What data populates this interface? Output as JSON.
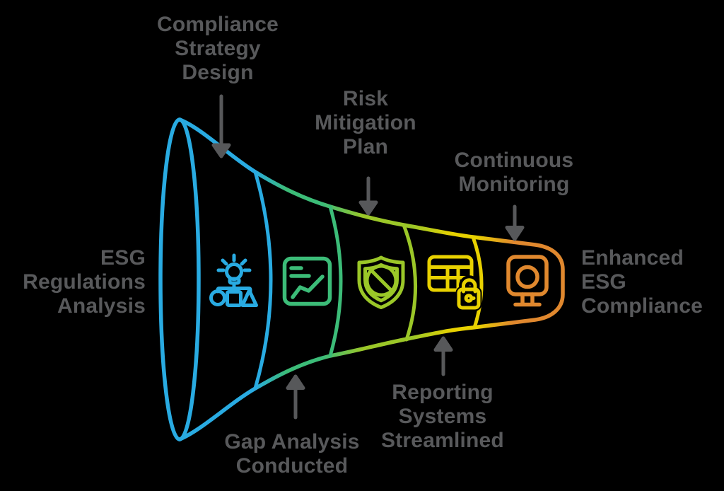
{
  "diagram": {
    "type": "horizontal-funnel",
    "direction": "left-to-right",
    "input_label": "ESG Regulations Analysis",
    "output_label": "Enhanced ESG Compliance",
    "stages": [
      {
        "label": "Compliance Strategy Design",
        "label_position": "top",
        "color": "#29ABE2",
        "icon": "idea-strategy-icon"
      },
      {
        "label": "Gap Analysis Conducted",
        "label_position": "bottom",
        "color": "#3CBC78",
        "icon": "chart-report-icon"
      },
      {
        "label": "Risk Mitigation Plan",
        "label_position": "top",
        "color": "#9BC728",
        "icon": "shield-prohibition-icon"
      },
      {
        "label": "Reporting Systems Streamlined",
        "label_position": "bottom",
        "color": "#E8D100",
        "icon": "table-lock-icon"
      },
      {
        "label": "Continuous Monitoring",
        "label_position": "top",
        "color": "#E0882E",
        "icon": "monitor-icon"
      }
    ]
  },
  "labels": {
    "esg_regulations": "ESG\nRegulations\nAnalysis",
    "compliance_strategy": "Compliance\nStrategy\nDesign",
    "risk_mitigation": "Risk\nMitigation\nPlan",
    "continuous_monitoring": "Continuous\nMonitoring",
    "gap_analysis": "Gap Analysis\nConducted",
    "reporting_systems": "Reporting\nSystems\nStreamlined",
    "enhanced_esg": "Enhanced\nESG\nCompliance"
  },
  "colors": {
    "background": "#000000",
    "text": "#58595B",
    "arrow": "#57585A",
    "blue": "#29ABE2",
    "green": "#3CBC78",
    "lime": "#9BC728",
    "yellow": "#E8D100",
    "orange": "#E0882E"
  }
}
